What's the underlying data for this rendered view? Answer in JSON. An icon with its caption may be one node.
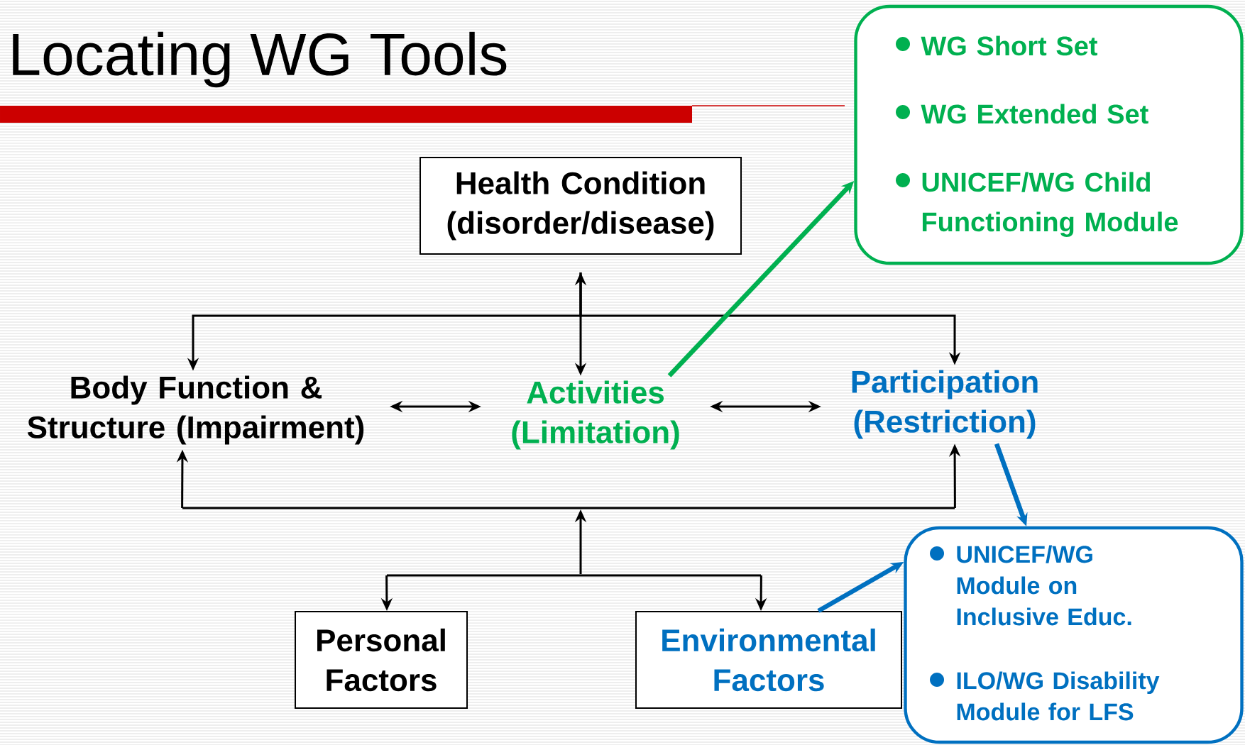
{
  "diagram": {
    "title": "Locating WG Tools",
    "nodes": [
      {
        "text": [
          "Health Condition (disorder/disease)"
        ]
      },
      {
        "text": [
          "Body Function & Structure (Impairment)"
        ]
      },
      {
        "text": [
          "Activities (Limitation)"
        ]
      },
      {
        "text": [
          "Participation (Restriction)"
        ]
      },
      {
        "text": [
          "Personal Factors"
        ]
      },
      {
        "text": [
          "Environmental Factors"
        ]
      },
      {
        "text": [
          "WG Short Set",
          "WG Extended Set",
          "UNICEF/WG Child Functioning Module"
        ]
      },
      {
        "text": [
          "UNICEF/WG Module on Inclusive Educ.",
          "ILO/WG Disability Module for LFS"
        ]
      },
      {
        "text": [],
        "shape": "bar"
      },
      {
        "text": [],
        "shape": "bar"
      }
    ],
    "edges": [
      {
        "from": 0,
        "to": 1,
        "arrow": "to"
      },
      {
        "from": 0,
        "to": 3,
        "arrow": "to"
      },
      {
        "from": 0,
        "to": 2,
        "arrow": "both"
      },
      {
        "from": 1,
        "to": 2,
        "arrow": "both"
      },
      {
        "from": 2,
        "to": 3,
        "arrow": "both"
      },
      {
        "from": 8,
        "to": 1,
        "arrow": "to"
      },
      {
        "from": 8,
        "to": 3,
        "arrow": "to"
      },
      {
        "from": 9,
        "to": 8,
        "arrow": "to"
      },
      {
        "from": 9,
        "to": 4,
        "arrow": "to"
      },
      {
        "from": 9,
        "to": 5,
        "arrow": "to"
      },
      {
        "from": 2,
        "to": 6,
        "arrow": "to",
        "style": "thick",
        "color": "#00b050"
      },
      {
        "from": 3,
        "to": 7,
        "arrow": "to",
        "style": "thick",
        "color": "#0070c0"
      },
      {
        "from": 5,
        "to": 7,
        "arrow": "to",
        "style": "thick",
        "color": "#0070c0"
      }
    ]
  }
}
